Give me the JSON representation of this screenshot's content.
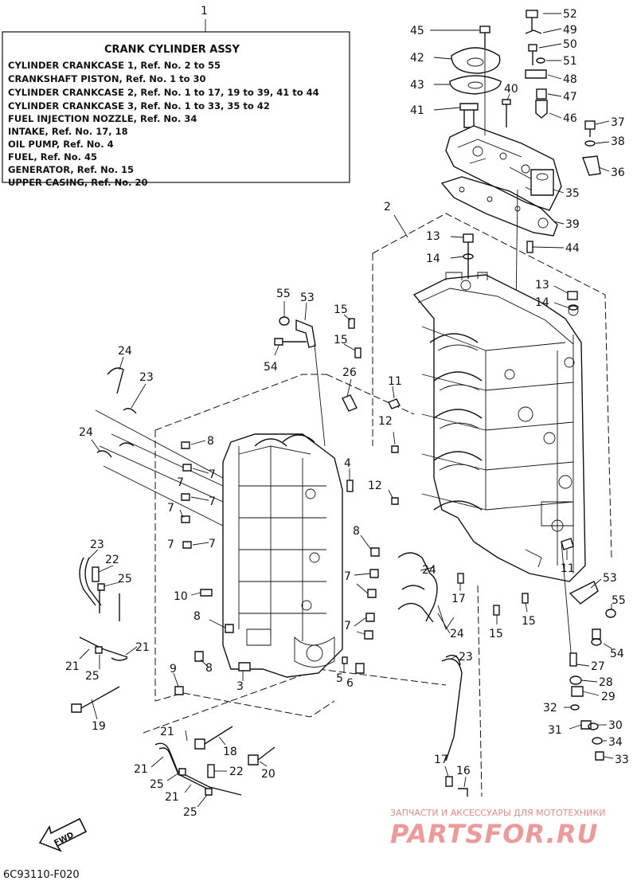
{
  "assembly_box": {
    "ref_number": "1",
    "title": "CRANK CYLINDER ASSY",
    "lines": [
      "CYLINDER CRANKCASE 1, Ref. No. 2 to 55",
      "CRANKSHAFT PISTON,  Ref. No. 1 to 30",
      "CYLINDER CRANKCASE 2, Ref. No. 1 to 17, 19 to 39, 41 to 44",
      "CYLINDER CRANKCASE 3, Ref. No. 1 to 33, 35 to 42",
      "FUEL INJECTION NOZZLE,  Ref. No. 34",
      "INTAKE,  Ref. No. 17, 18",
      "OIL PUMP,  Ref. No. 4",
      "FUEL,  Ref. No. 45",
      "GENERATOR,  Ref. No. 15",
      "UPPER CASING, Ref. No. 20"
    ]
  },
  "callouts": [
    {
      "text": "52"
    },
    {
      "text": "45"
    },
    {
      "text": "49"
    },
    {
      "text": "50"
    },
    {
      "text": "42"
    },
    {
      "text": "51"
    },
    {
      "text": "48"
    },
    {
      "text": "43"
    },
    {
      "text": "40"
    },
    {
      "text": "47"
    },
    {
      "text": "41"
    },
    {
      "text": "46"
    },
    {
      "text": "37"
    },
    {
      "text": "38"
    },
    {
      "text": "36"
    },
    {
      "text": "35"
    },
    {
      "text": "39"
    },
    {
      "text": "2"
    },
    {
      "text": "13"
    },
    {
      "text": "44"
    },
    {
      "text": "14"
    },
    {
      "text": "13"
    },
    {
      "text": "55"
    },
    {
      "text": "53"
    },
    {
      "text": "14"
    },
    {
      "text": "15"
    },
    {
      "text": "15"
    },
    {
      "text": "54"
    },
    {
      "text": "24"
    },
    {
      "text": "23"
    },
    {
      "text": "26"
    },
    {
      "text": "11"
    },
    {
      "text": "12"
    },
    {
      "text": "24"
    },
    {
      "text": "8"
    },
    {
      "text": "7"
    },
    {
      "text": "4"
    },
    {
      "text": "7"
    },
    {
      "text": "12"
    },
    {
      "text": "7"
    },
    {
      "text": "7"
    },
    {
      "text": "7"
    },
    {
      "text": "7"
    },
    {
      "text": "8"
    },
    {
      "text": "23"
    },
    {
      "text": "22"
    },
    {
      "text": "25"
    },
    {
      "text": "11"
    },
    {
      "text": "7"
    },
    {
      "text": "24"
    },
    {
      "text": "53"
    },
    {
      "text": "10"
    },
    {
      "text": "17"
    },
    {
      "text": "55"
    },
    {
      "text": "8"
    },
    {
      "text": "7"
    },
    {
      "text": "15"
    },
    {
      "text": "15"
    },
    {
      "text": "24"
    },
    {
      "text": "21"
    },
    {
      "text": "21"
    },
    {
      "text": "54"
    },
    {
      "text": "8"
    },
    {
      "text": "25"
    },
    {
      "text": "9"
    },
    {
      "text": "5"
    },
    {
      "text": "6"
    },
    {
      "text": "23"
    },
    {
      "text": "27"
    },
    {
      "text": "3"
    },
    {
      "text": "28"
    },
    {
      "text": "29"
    },
    {
      "text": "19"
    },
    {
      "text": "32"
    },
    {
      "text": "21"
    },
    {
      "text": "18"
    },
    {
      "text": "31"
    },
    {
      "text": "30"
    },
    {
      "text": "34"
    },
    {
      "text": "21"
    },
    {
      "text": "22"
    },
    {
      "text": "33"
    },
    {
      "text": "17"
    },
    {
      "text": "20"
    },
    {
      "text": "25"
    },
    {
      "text": "16"
    },
    {
      "text": "21"
    },
    {
      "text": "25"
    }
  ],
  "fwd_arrow": "FWD",
  "drawing_code": "6C93110-F020",
  "watermark": {
    "tagline": "ЗАПЧАСТИ И АКСЕССУАРЫ ДЛЯ МОТОТЕХНИКИ",
    "brand": "PARTSFOR.RU"
  }
}
